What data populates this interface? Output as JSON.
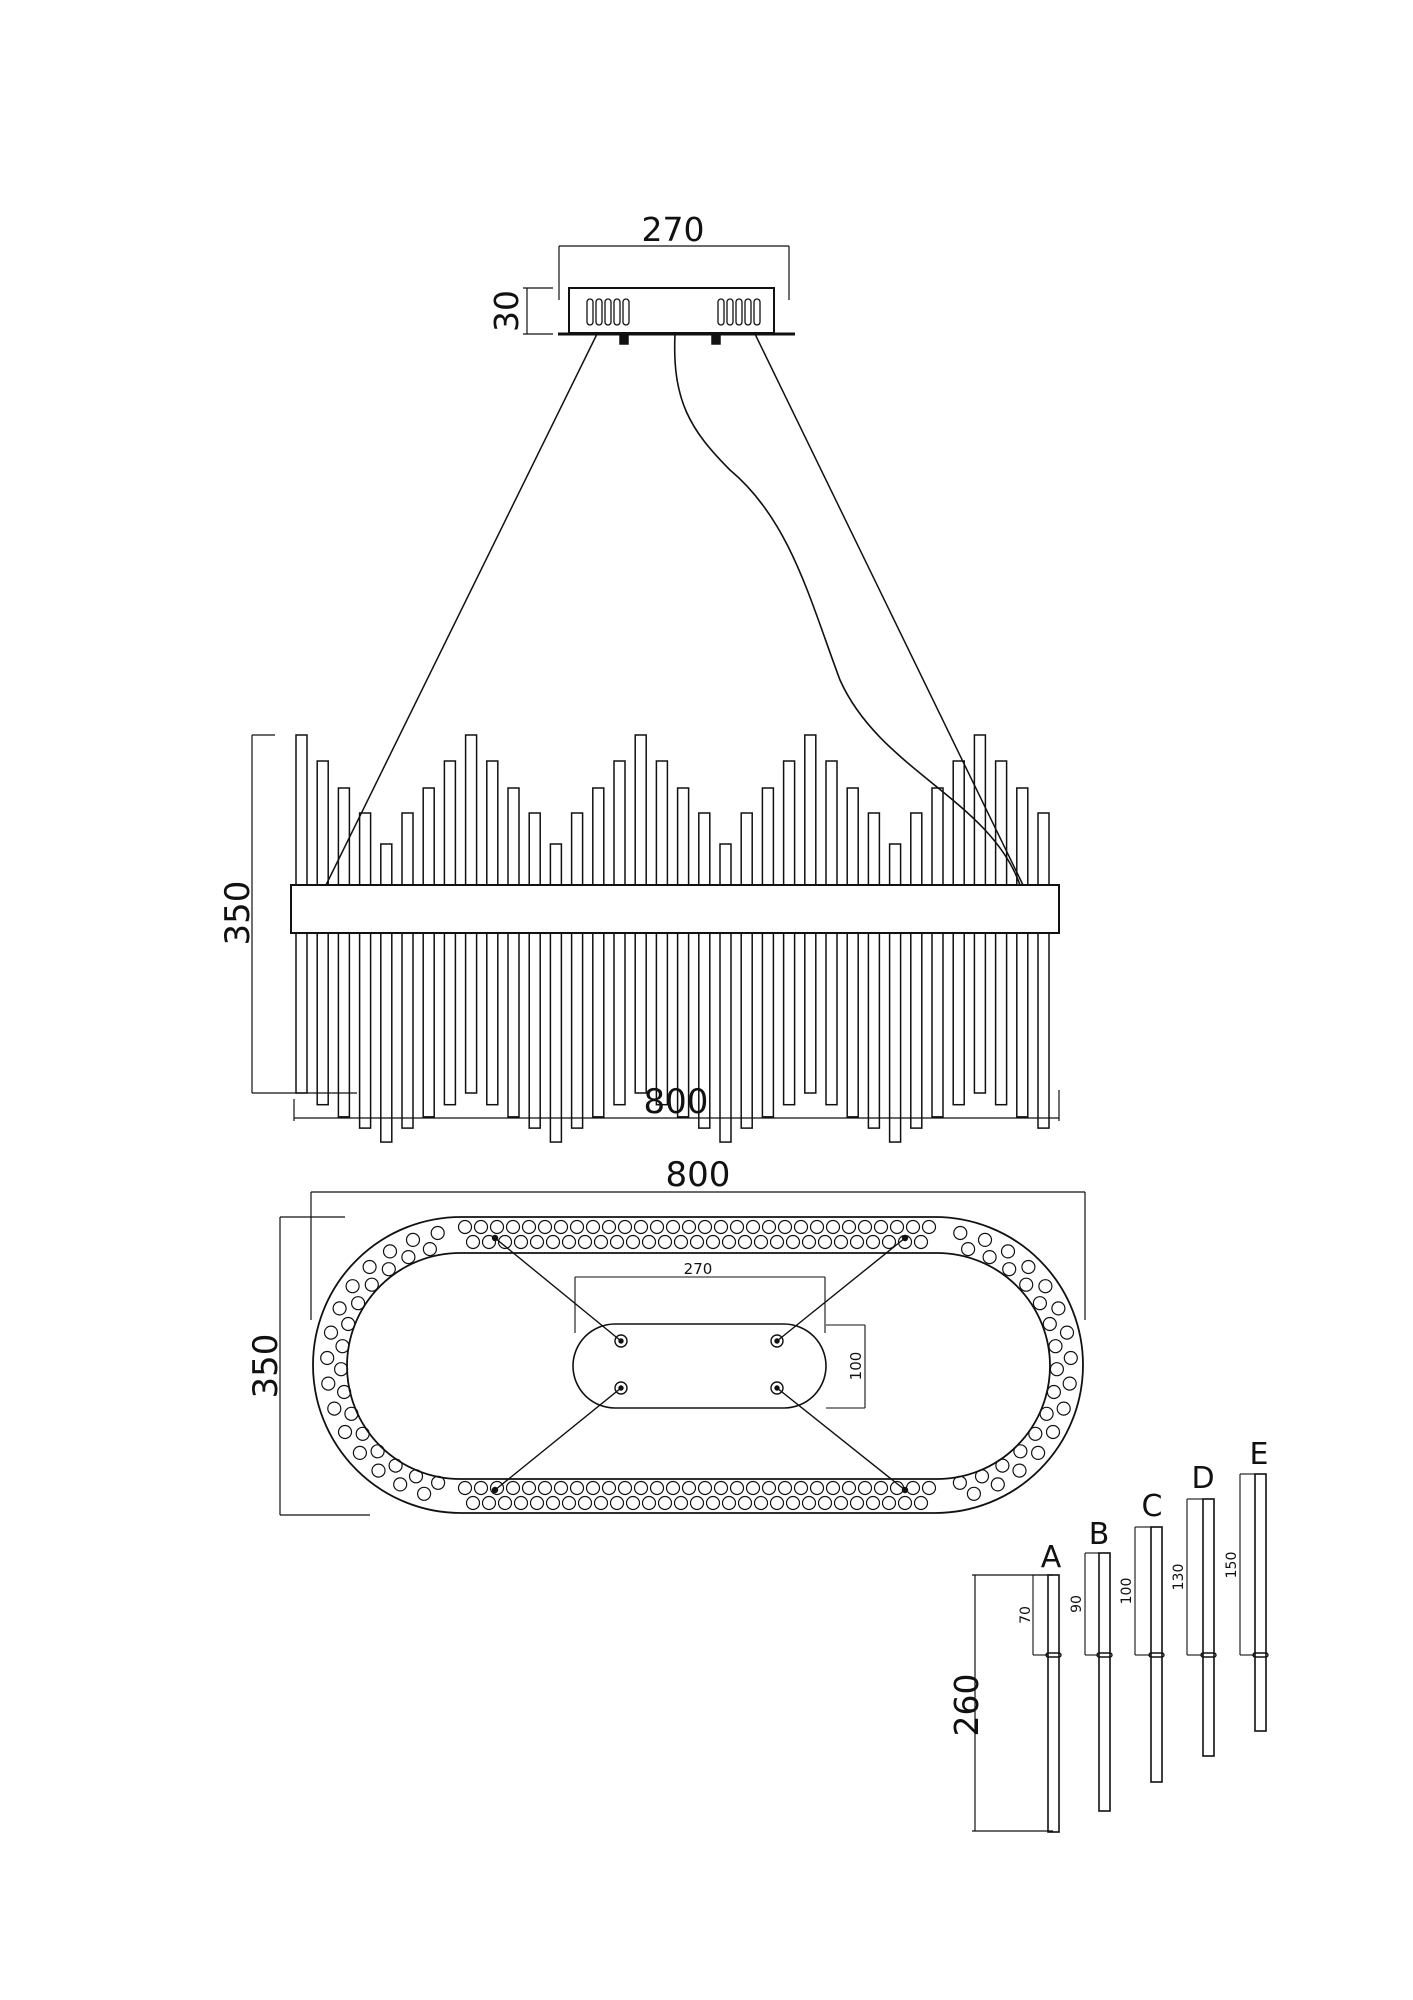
{
  "style": {
    "line_color": "#111111",
    "background": "#ffffff"
  },
  "side_view": {
    "canopy_width": "270",
    "canopy_height": "30",
    "height": "350",
    "width": "800"
  },
  "top_view": {
    "width": "800",
    "depth": "350",
    "plate_width": "270",
    "plate_depth": "100"
  },
  "crystals": {
    "shared_length": "260",
    "items": [
      {
        "letter": "A",
        "length": "70"
      },
      {
        "letter": "B",
        "length": "90"
      },
      {
        "letter": "C",
        "length": "100"
      },
      {
        "letter": "D",
        "length": "130"
      },
      {
        "letter": "E",
        "length": "150"
      }
    ]
  }
}
